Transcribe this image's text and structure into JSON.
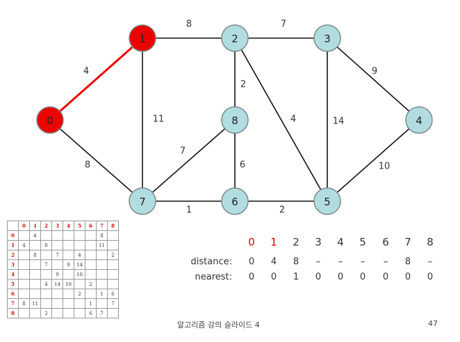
{
  "graph": {
    "nodes": [
      {
        "id": "0",
        "label": "0",
        "visited": true
      },
      {
        "id": "1",
        "label": "1",
        "visited": true
      },
      {
        "id": "2",
        "label": "2",
        "visited": false
      },
      {
        "id": "3",
        "label": "3",
        "visited": false
      },
      {
        "id": "4",
        "label": "4",
        "visited": false
      },
      {
        "id": "5",
        "label": "5",
        "visited": false
      },
      {
        "id": "6",
        "label": "6",
        "visited": false
      },
      {
        "id": "7",
        "label": "7",
        "visited": false
      },
      {
        "id": "8",
        "label": "8",
        "visited": false
      }
    ],
    "edges": [
      {
        "from": "0",
        "to": "1",
        "weight": "4",
        "in_tree": true
      },
      {
        "from": "0",
        "to": "7",
        "weight": "8",
        "in_tree": false
      },
      {
        "from": "1",
        "to": "2",
        "weight": "8",
        "in_tree": false
      },
      {
        "from": "1",
        "to": "7",
        "weight": "11",
        "in_tree": false
      },
      {
        "from": "2",
        "to": "3",
        "weight": "7",
        "in_tree": false
      },
      {
        "from": "2",
        "to": "8",
        "weight": "2",
        "in_tree": false
      },
      {
        "from": "2",
        "to": "5",
        "weight": "4",
        "in_tree": false
      },
      {
        "from": "3",
        "to": "4",
        "weight": "9",
        "in_tree": false
      },
      {
        "from": "3",
        "to": "5",
        "weight": "14",
        "in_tree": false
      },
      {
        "from": "4",
        "to": "5",
        "weight": "10",
        "in_tree": false
      },
      {
        "from": "5",
        "to": "6",
        "weight": "2",
        "in_tree": false
      },
      {
        "from": "6",
        "to": "7",
        "weight": "1",
        "in_tree": false
      },
      {
        "from": "6",
        "to": "8",
        "weight": "6",
        "in_tree": false
      },
      {
        "from": "7",
        "to": "8",
        "weight": "7",
        "in_tree": false
      }
    ],
    "colors": {
      "visited": "#ee0000",
      "unvisited": "#b2dde0",
      "tree_edge": "#ee0000",
      "edge": "#111111",
      "node_border": "#7a8a8c"
    }
  },
  "matrix": {
    "headers": [
      "0",
      "1",
      "2",
      "3",
      "4",
      "5",
      "6",
      "7",
      "8"
    ],
    "rows": [
      [
        "",
        "4",
        "",
        "",
        "",
        "",
        "",
        "8",
        ""
      ],
      [
        "4",
        "",
        "8",
        "",
        "",
        "",
        "",
        "11",
        ""
      ],
      [
        "",
        "8",
        "",
        "7",
        "",
        "4",
        "",
        "",
        "2"
      ],
      [
        "",
        "",
        "7",
        "",
        "9",
        "14",
        "",
        "",
        ""
      ],
      [
        "",
        "",
        "",
        "9",
        "",
        "10",
        "",
        "",
        ""
      ],
      [
        "",
        "",
        "4",
        "14",
        "10",
        "",
        "2",
        "",
        ""
      ],
      [
        "",
        "",
        "",
        "",
        "",
        "2",
        "",
        "1",
        "6"
      ],
      [
        "8",
        "11",
        "",
        "",
        "",
        "",
        "1",
        "",
        "7"
      ],
      [
        "",
        "",
        "2",
        "",
        "",
        "",
        "6",
        "7",
        ""
      ]
    ]
  },
  "table": {
    "indices": [
      "0",
      "1",
      "2",
      "3",
      "4",
      "5",
      "6",
      "7",
      "8"
    ],
    "visited": [
      true,
      true,
      false,
      false,
      false,
      false,
      false,
      false,
      false
    ],
    "distance_label": "distance:",
    "distance": [
      "0",
      "4",
      "8",
      "–",
      "–",
      "–",
      "–",
      "8",
      "–"
    ],
    "nearest_label": "nearest:",
    "nearest": [
      "0",
      "0",
      "1",
      "0",
      "0",
      "0",
      "0",
      "0",
      "0"
    ]
  },
  "footer": {
    "caption": "알고리즘 강의 슬라이드 4",
    "page": "47"
  }
}
